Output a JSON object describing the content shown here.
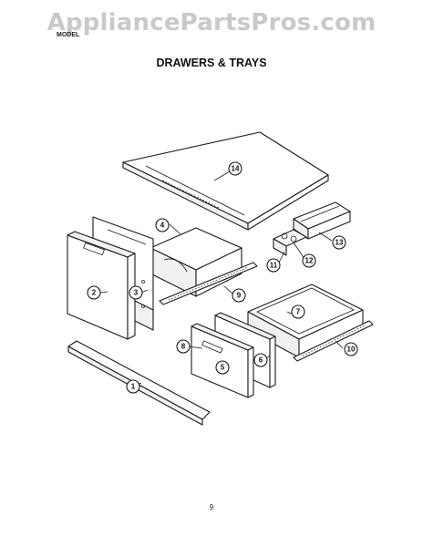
{
  "header": {
    "watermark": "AppliancePartsPros.com",
    "model_label": "MODEL",
    "title": "DRAWERS & TRAYS"
  },
  "callouts": {
    "c1": "1",
    "c2": "2",
    "c3": "3",
    "c4": "4",
    "c5": "5",
    "c6": "6",
    "c7": "7",
    "c8": "8",
    "c9": "9",
    "c10": "10",
    "c11": "11",
    "c12": "12",
    "c13": "13",
    "c14": "14"
  },
  "footer": {
    "page_number": "9"
  }
}
